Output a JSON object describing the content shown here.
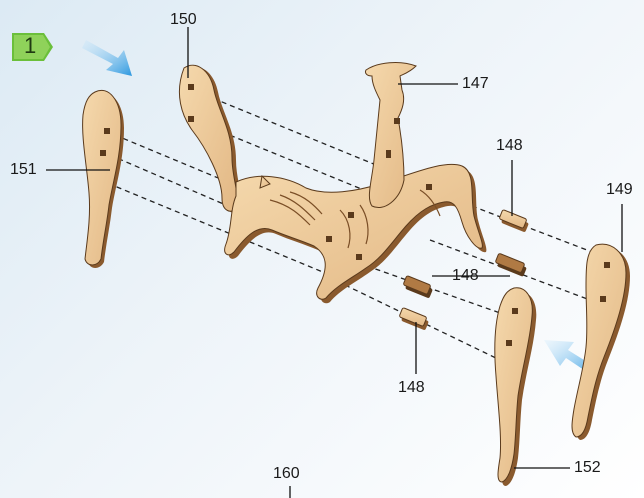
{
  "step": {
    "number": "1"
  },
  "labels": {
    "l150": "150",
    "l147": "147",
    "l151": "151",
    "l148_top": "148",
    "l149": "149",
    "l148_mid": "148",
    "l148_bot": "148",
    "l152": "152",
    "l160": "160"
  },
  "colors": {
    "wood_light": "#f0cfa0",
    "wood_edge": "#8a5a2e",
    "wood_dark": "#5a3a1c",
    "arrow_blue": "#3aa0e0",
    "badge_green": "#6bbf3a"
  },
  "icons": {
    "step_badge": "hexagon-badge-icon",
    "direction_arrows": "arrow-icon"
  }
}
